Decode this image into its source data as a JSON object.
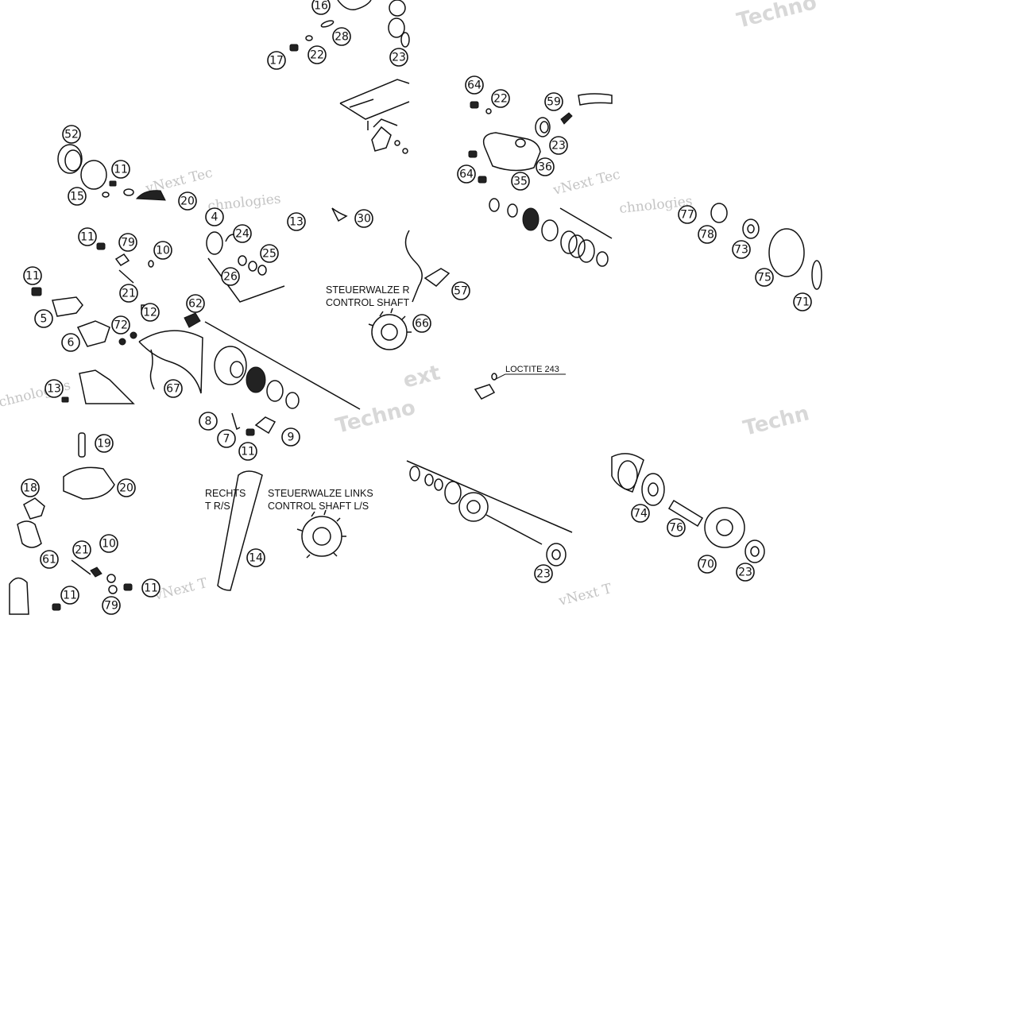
{
  "labels": {
    "control_shaft_rh_de": "STEUERWALZE R",
    "control_shaft_rh_en": "CONTROL SHAFT",
    "control_shaft_lh_de": "STEUERWALZE LINKS",
    "control_shaft_lh_en": "CONTROL SHAFT L/S",
    "rechts_fragment": "RECHTS",
    "rs_fragment": "T R/S",
    "loctite": "LOCTITE 243"
  },
  "watermarks": {
    "brand_small": "vNext Tec",
    "brand_small_b": "vNext T",
    "brand_small_c": "vNext T",
    "technologies": "chnologies",
    "techno_big": "Techno",
    "techn_big": "Techn",
    "ext": "ext"
  },
  "callouts": [
    {
      "n": "16"
    },
    {
      "n": "28"
    },
    {
      "n": "17"
    },
    {
      "n": "22"
    },
    {
      "n": "23"
    },
    {
      "n": "52"
    },
    {
      "n": "11"
    },
    {
      "n": "15"
    },
    {
      "n": "20"
    },
    {
      "n": "64"
    },
    {
      "n": "22"
    },
    {
      "n": "59"
    },
    {
      "n": "23"
    },
    {
      "n": "64"
    },
    {
      "n": "35"
    },
    {
      "n": "36"
    },
    {
      "n": "11"
    },
    {
      "n": "79"
    },
    {
      "n": "10"
    },
    {
      "n": "11"
    },
    {
      "n": "21"
    },
    {
      "n": "5"
    },
    {
      "n": "12"
    },
    {
      "n": "6"
    },
    {
      "n": "72"
    },
    {
      "n": "62"
    },
    {
      "n": "13"
    },
    {
      "n": "67"
    },
    {
      "n": "4"
    },
    {
      "n": "13"
    },
    {
      "n": "30"
    },
    {
      "n": "24"
    },
    {
      "n": "25"
    },
    {
      "n": "26"
    },
    {
      "n": "57"
    },
    {
      "n": "66"
    },
    {
      "n": "77"
    },
    {
      "n": "78"
    },
    {
      "n": "73"
    },
    {
      "n": "75"
    },
    {
      "n": "71"
    },
    {
      "n": "19"
    },
    {
      "n": "18"
    },
    {
      "n": "20"
    },
    {
      "n": "21"
    },
    {
      "n": "10"
    },
    {
      "n": "61"
    },
    {
      "n": "11"
    },
    {
      "n": "11"
    },
    {
      "n": "79"
    },
    {
      "n": "8"
    },
    {
      "n": "7"
    },
    {
      "n": "9"
    },
    {
      "n": "11"
    },
    {
      "n": "14"
    },
    {
      "n": "23"
    },
    {
      "n": "74"
    },
    {
      "n": "76"
    },
    {
      "n": "70"
    },
    {
      "n": "23"
    }
  ]
}
